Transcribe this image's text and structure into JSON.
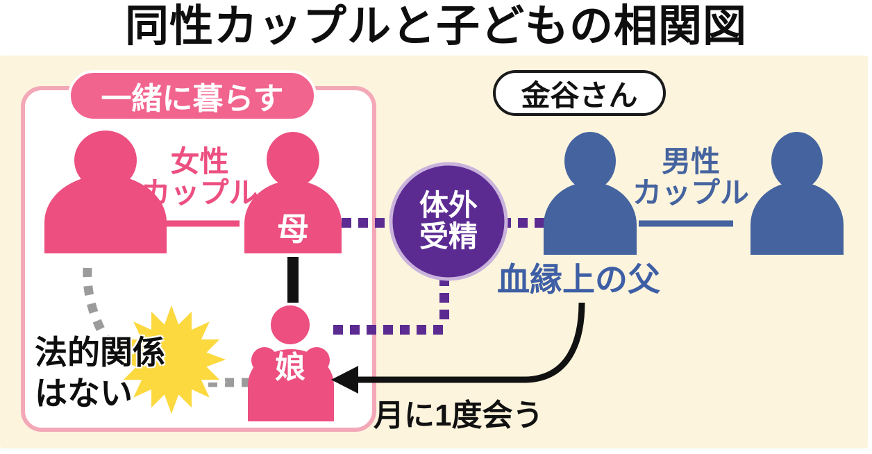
{
  "title": "同性カップルと子どもの相関図",
  "household_group": {
    "label": "一緒に暮らす",
    "female_couple_label": "女性\nカップル",
    "mother_label": "母",
    "daughter_label": "娘",
    "no_legal_relation_label": "法的関係\nはない"
  },
  "kanaya_group": {
    "label": "金谷さん",
    "male_couple_label": "男性\nカップル",
    "bio_father_label": "血縁上の父"
  },
  "relations": {
    "ivf_label": "体外\n受精",
    "meet_label": "月に1度会う"
  },
  "colors": {
    "pink_figure": "#ec4f80",
    "pink_pill": "#f1648e",
    "panel_border": "#f3a8b8",
    "blue_figure": "#44639f",
    "blue_text": "#3e5fa5",
    "purple": "#5c2b92",
    "purple_ring": "#c9b3dc",
    "starburst_yellow": "#fbd93f",
    "gray_dots": "#9b9b9b",
    "cream_background": "#fdf4dd",
    "black": "#111111"
  }
}
